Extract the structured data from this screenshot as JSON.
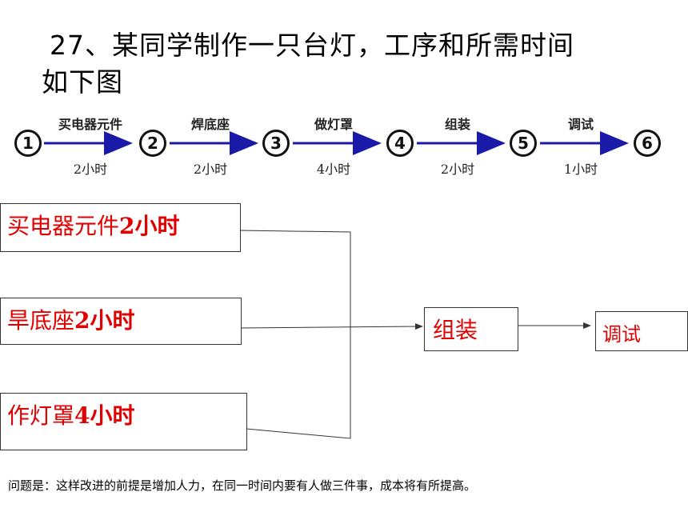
{
  "title": {
    "line1": "27、某同学制作一只台灯，工序和所需时间",
    "line2": "如下图"
  },
  "flow": {
    "nodes": [
      "1",
      "2",
      "3",
      "4",
      "5",
      "6"
    ],
    "steps": [
      {
        "name": "买电器元件",
        "time": "2小时"
      },
      {
        "name": "焊底座",
        "time": "2小时"
      },
      {
        "name": "做灯罩",
        "time": "4小时"
      },
      {
        "name": "组装",
        "time": "2小时"
      },
      {
        "name": "调试",
        "time": "1小时"
      }
    ]
  },
  "parallel": {
    "box1": "买电器元件",
    "box1_time": "2小时",
    "box2": "旱底座",
    "box2_time": "2小时",
    "box3": "作灯罩",
    "box3_time": "4小时",
    "assemble": "组装",
    "debug": "调试"
  },
  "note": "问题是：这样改进的前提是增加人力，在同一时间内要有人做三件事，成本将有所提高。",
  "colors": {
    "accent_text": "#e00000",
    "arrow": "#1a1aa8"
  }
}
